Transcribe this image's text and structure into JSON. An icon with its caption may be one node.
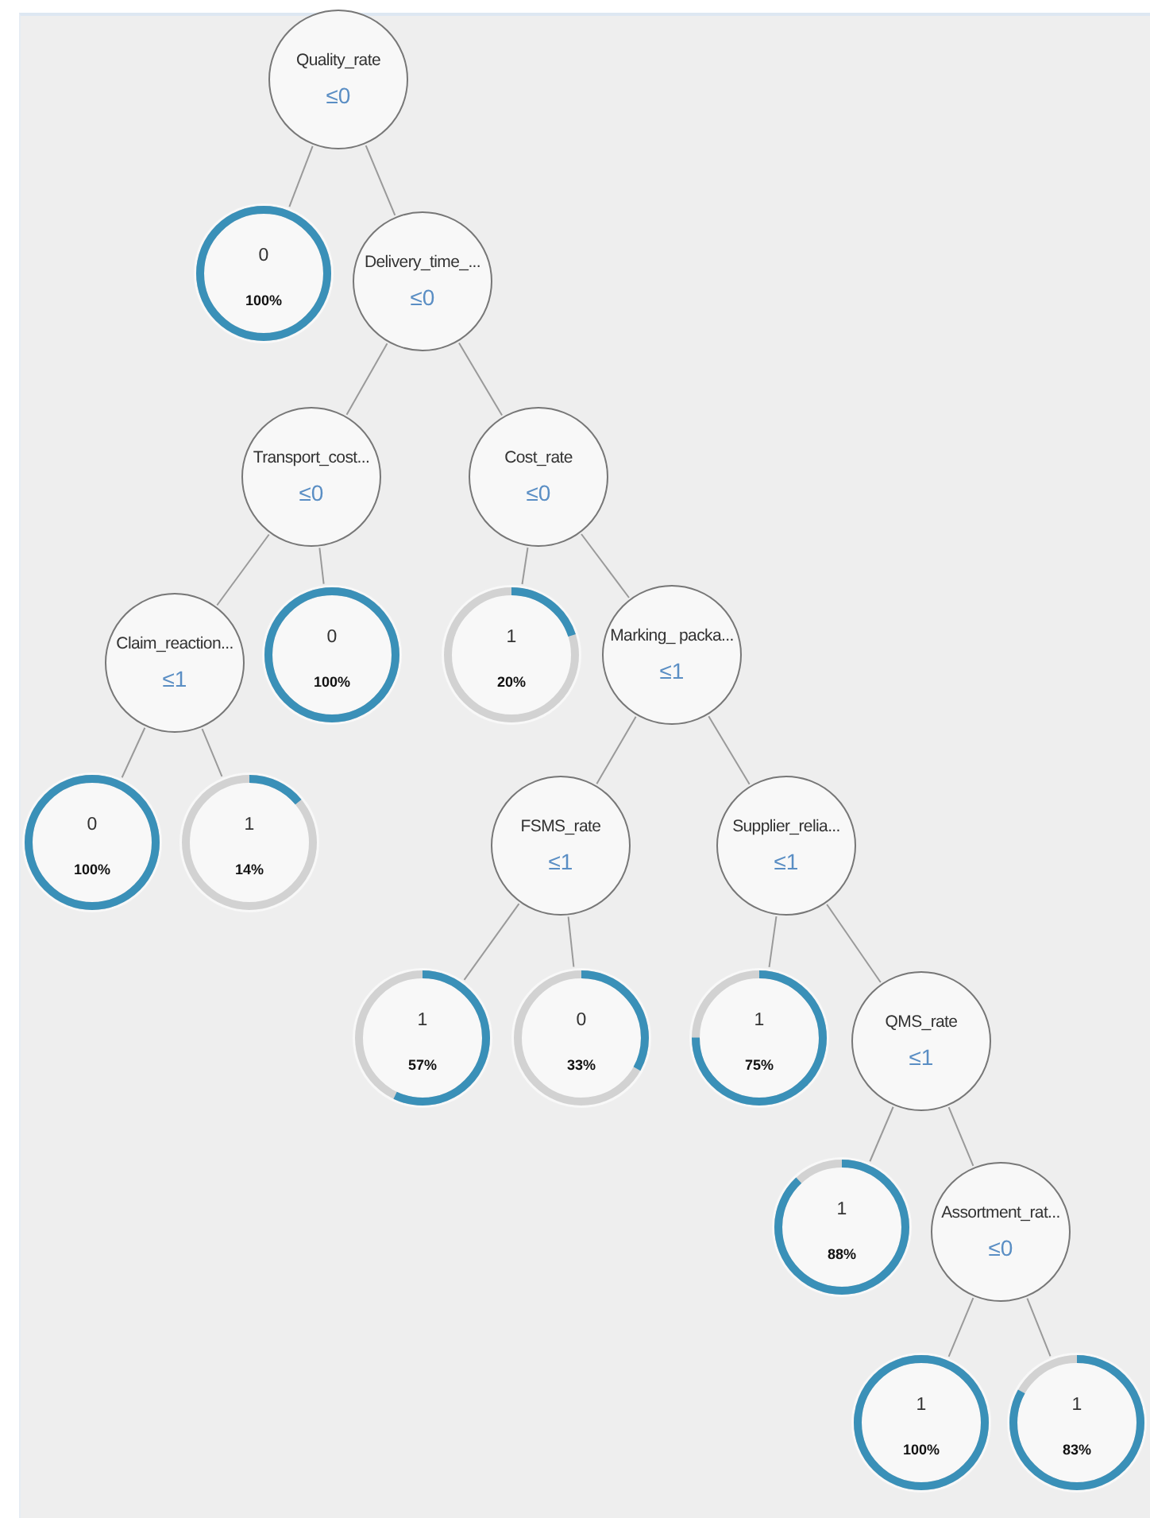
{
  "diagram": {
    "nodes": [
      {
        "text": [
          "Quality_rate",
          "≤0"
        ]
      },
      {
        "text": [
          "0",
          "100%"
        ]
      },
      {
        "text": [
          "Delivery_time_...",
          "≤0"
        ]
      },
      {
        "text": [
          "Transport_cost...",
          "≤0"
        ]
      },
      {
        "text": [
          "Cost_rate",
          "≤0"
        ]
      },
      {
        "text": [
          "Claim_reaction...",
          "≤1"
        ]
      },
      {
        "text": [
          "0",
          "100%"
        ]
      },
      {
        "text": [
          "1",
          "20%"
        ]
      },
      {
        "text": [
          "Marking_ packa...",
          "≤1"
        ]
      },
      {
        "text": [
          "0",
          "100%"
        ]
      },
      {
        "text": [
          "1",
          "14%"
        ]
      },
      {
        "text": [
          "FSMS_rate",
          "≤1"
        ]
      },
      {
        "text": [
          "Supplier_relia...",
          "≤1"
        ]
      },
      {
        "text": [
          "1",
          "57%"
        ]
      },
      {
        "text": [
          "0",
          "33%"
        ]
      },
      {
        "text": [
          "1",
          "75%"
        ]
      },
      {
        "text": [
          "QMS_rate",
          "≤1"
        ]
      },
      {
        "text": [
          "1",
          "88%"
        ]
      },
      {
        "text": [
          "Assortment_rat...",
          "≤0"
        ]
      },
      {
        "text": [
          "1",
          "100%"
        ]
      },
      {
        "text": [
          "1",
          "83%"
        ]
      }
    ],
    "edges": [
      {
        "from": 0,
        "to": 1,
        "arrow": "none"
      },
      {
        "from": 0,
        "to": 2,
        "arrow": "none"
      },
      {
        "from": 2,
        "to": 3,
        "arrow": "none"
      },
      {
        "from": 2,
        "to": 4,
        "arrow": "none"
      },
      {
        "from": 3,
        "to": 5,
        "arrow": "none"
      },
      {
        "from": 3,
        "to": 6,
        "arrow": "none"
      },
      {
        "from": 4,
        "to": 7,
        "arrow": "none"
      },
      {
        "from": 4,
        "to": 8,
        "arrow": "none"
      },
      {
        "from": 5,
        "to": 9,
        "arrow": "none"
      },
      {
        "from": 5,
        "to": 10,
        "arrow": "none"
      },
      {
        "from": 8,
        "to": 11,
        "arrow": "none"
      },
      {
        "from": 8,
        "to": 12,
        "arrow": "none"
      },
      {
        "from": 11,
        "to": 13,
        "arrow": "none"
      },
      {
        "from": 11,
        "to": 14,
        "arrow": "none"
      },
      {
        "from": 12,
        "to": 15,
        "arrow": "none"
      },
      {
        "from": 12,
        "to": 16,
        "arrow": "none"
      },
      {
        "from": 16,
        "to": 17,
        "arrow": "none"
      },
      {
        "from": 16,
        "to": 18,
        "arrow": "none"
      },
      {
        "from": 18,
        "to": 19,
        "arrow": "none"
      },
      {
        "from": 18,
        "to": 20,
        "arrow": "none"
      }
    ]
  }
}
